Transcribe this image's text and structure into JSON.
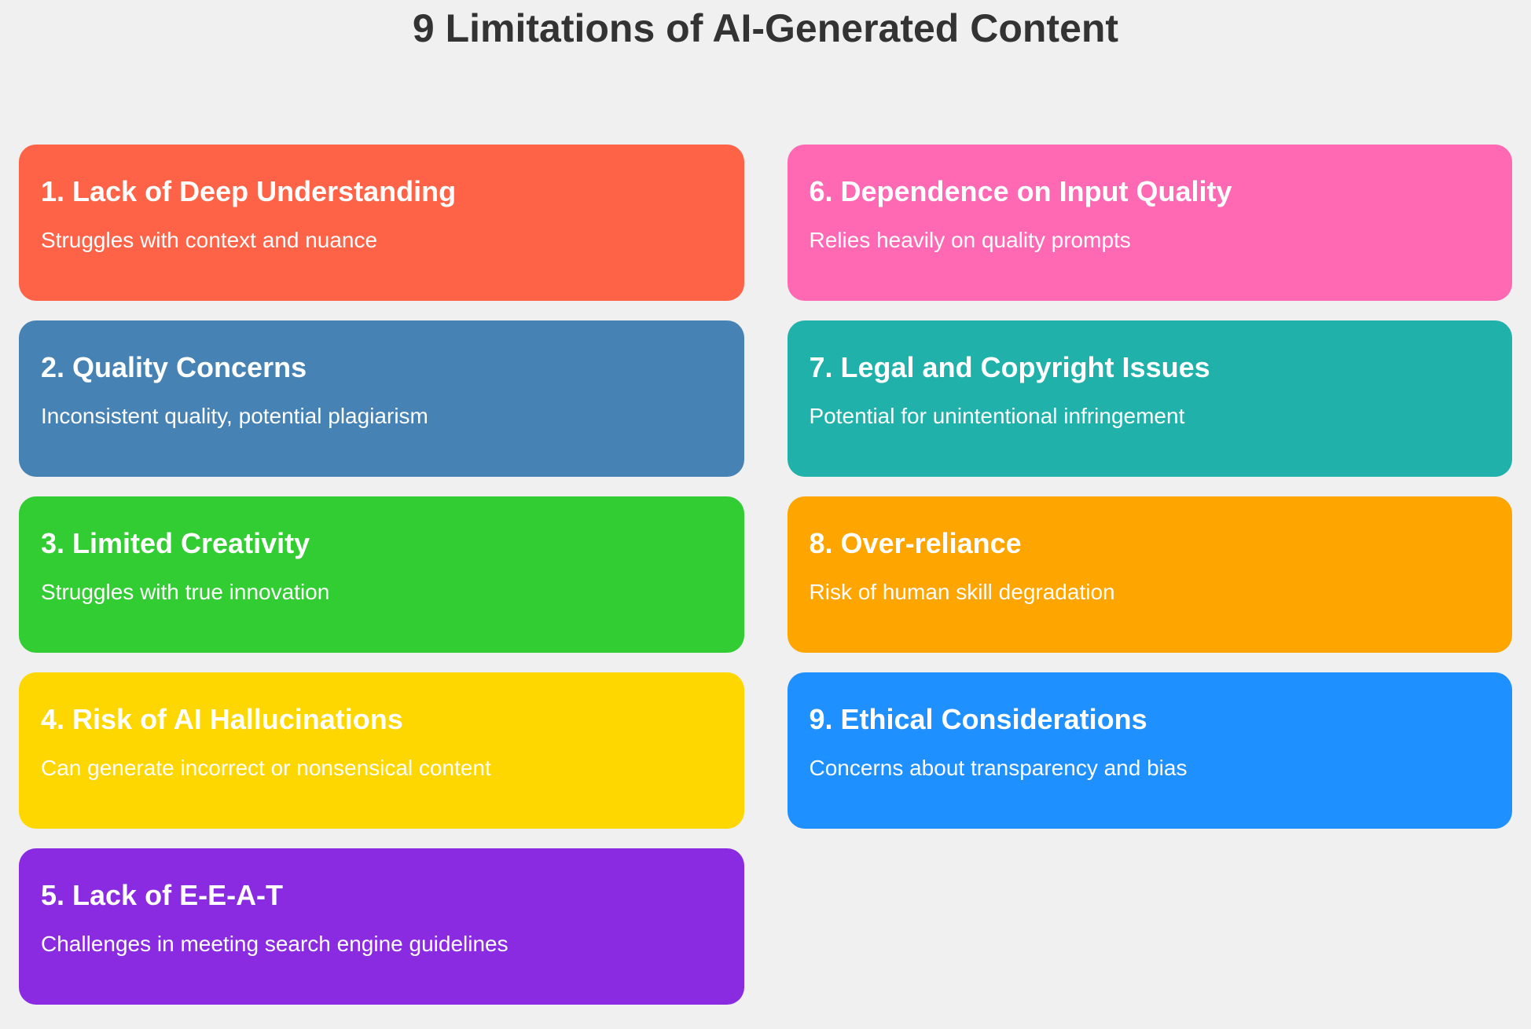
{
  "page": {
    "title": "9 Limitations of AI-Generated Content",
    "title_color": "#333333",
    "background": "#f0f0f0",
    "card_text_color": "#ffffff"
  },
  "cards": [
    {
      "heading": "1. Lack of Deep Understanding",
      "description": "Struggles with context and nuance",
      "color": "#FF6347"
    },
    {
      "heading": "2. Quality Concerns",
      "description": "Inconsistent quality, potential plagiarism",
      "color": "#4682B4"
    },
    {
      "heading": "3. Limited Creativity",
      "description": "Struggles with true innovation",
      "color": "#32CD32"
    },
    {
      "heading": "4. Risk of AI Hallucinations",
      "description": "Can generate incorrect or nonsensical content",
      "color": "#FFD700"
    },
    {
      "heading": "5. Lack of E-E-A-T",
      "description": "Challenges in meeting search engine guidelines",
      "color": "#8A2BE2"
    },
    {
      "heading": "6. Dependence on Input Quality",
      "description": "Relies heavily on quality prompts",
      "color": "#FF69B4"
    },
    {
      "heading": "7. Legal and Copyright Issues",
      "description": "Potential for unintentional infringement",
      "color": "#20B2AA"
    },
    {
      "heading": "8. Over-reliance",
      "description": "Risk of human skill degradation",
      "color": "#FFA500"
    },
    {
      "heading": "9. Ethical Considerations",
      "description": "Concerns about transparency and bias",
      "color": "#1E90FF"
    }
  ]
}
